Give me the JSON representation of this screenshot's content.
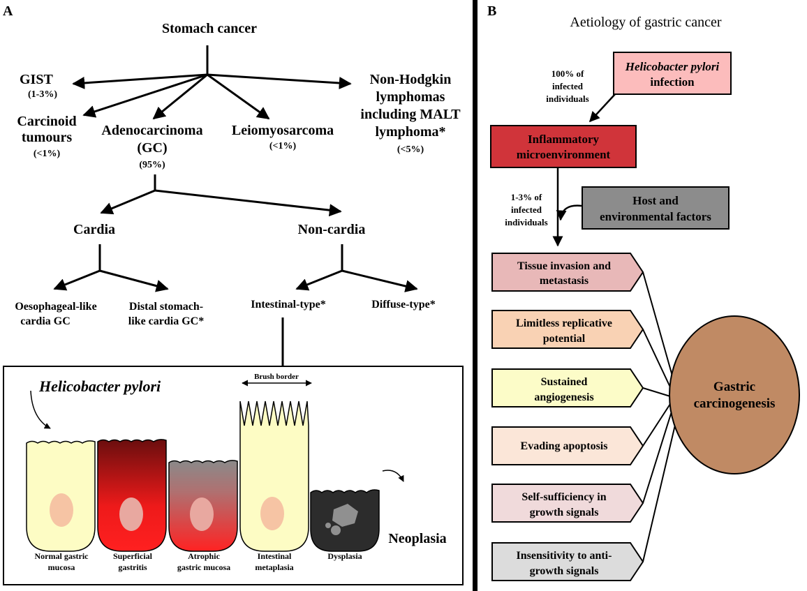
{
  "panel_a": {
    "letter": "A",
    "root": "Stomach cancer",
    "gist": {
      "name": "GIST",
      "pct": "(1-3%)"
    },
    "carcinoid": {
      "line1": "Carcinoid",
      "line2": "tumours",
      "pct": "(<1%)"
    },
    "adeno": {
      "line1": "Adenocarcinoma",
      "line2": "(GC)",
      "pct": "(95%)"
    },
    "leio": {
      "name": "Leiomyosarcoma",
      "pct": "(<1%)"
    },
    "nhl": {
      "line1": "Non-Hodgkin",
      "line2": "lymphomas",
      "line3": "including MALT",
      "line4": "lymphoma*",
      "pct": "(<5%)"
    },
    "cardia": "Cardia",
    "noncardia": "Non-cardia",
    "oeso": {
      "line1": "Oesophageal-like",
      "line2": "cardia GC"
    },
    "distal": {
      "line1": "Distal stomach-",
      "line2": "like cardia GC*"
    },
    "intestinal": "Intestinal-type*",
    "diffuse": "Diffuse-type*",
    "hp_label": "Helicobacter pylori",
    "brush": "Brush border",
    "neoplasia": "Neoplasia",
    "stages": [
      {
        "line1": "Normal gastric",
        "line2": "mucosa"
      },
      {
        "line1": "Superficial",
        "line2": "gastritis"
      },
      {
        "line1": "Atrophic",
        "line2": "gastric mucosa"
      },
      {
        "line1": "Intestinal",
        "line2": "metaplasia"
      },
      {
        "line1": "Dysplasia",
        "line2": ""
      }
    ]
  },
  "panel_b": {
    "letter": "B",
    "title": "Aetiology of gastric cancer",
    "hp_box": {
      "line1": "Helicobacter pylori",
      "line2": "infection"
    },
    "pct100": {
      "line1": "100% of",
      "line2": "infected",
      "line3": "individuals"
    },
    "inflam": {
      "line1": "Inflammatory",
      "line2": "microenvironment"
    },
    "pct13": {
      "line1": "1-3% of",
      "line2": "infected",
      "line3": "individuals"
    },
    "host": {
      "line1": "Host and",
      "line2": "environmental factors"
    },
    "hallmarks": [
      {
        "line1": "Tissue invasion and",
        "line2": "metastasis"
      },
      {
        "line1": "Limitless replicative",
        "line2": "potential"
      },
      {
        "line1": "Sustained",
        "line2": "angiogenesis"
      },
      {
        "line1": "Evading apoptosis",
        "line2": ""
      },
      {
        "line1": "Self-sufficiency in",
        "line2": "growth signals"
      },
      {
        "line1": "Insensitivity to anti-",
        "line2": "growth signals"
      }
    ],
    "outcome": {
      "line1": "Gastric",
      "line2": "carcinogenesis"
    }
  },
  "colors": {
    "hp_box": "#fcbcbc",
    "inflam_box": "#d0343a",
    "host_box": "#8c8c8c",
    "ellipse": "#c08a64",
    "hallmarks": [
      "#e8b8b8",
      "#f9d2b4",
      "#fcfcc8",
      "#fbe6d8",
      "#f0dadb",
      "#dcdcdc"
    ],
    "cell_normal": "#fdfcc4",
    "nucleus": "#f6c4a4",
    "dysplasia": "#2c2c2c"
  }
}
